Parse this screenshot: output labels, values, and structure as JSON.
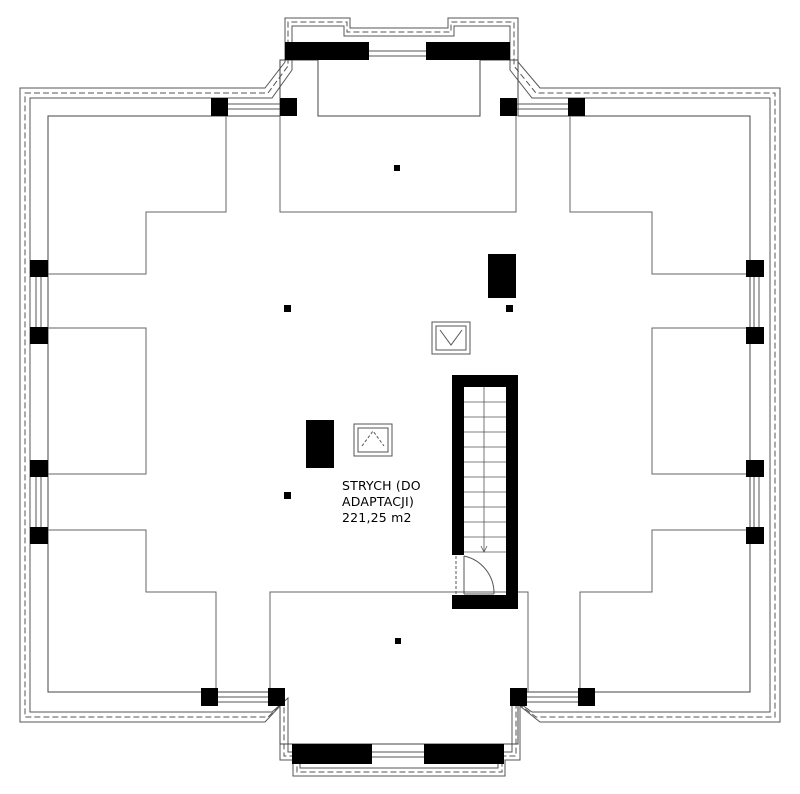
{
  "room": {
    "name_line1": "STRYCH (DO",
    "name_line2": "ADAPTACJI)",
    "area": "221,25 m2"
  }
}
